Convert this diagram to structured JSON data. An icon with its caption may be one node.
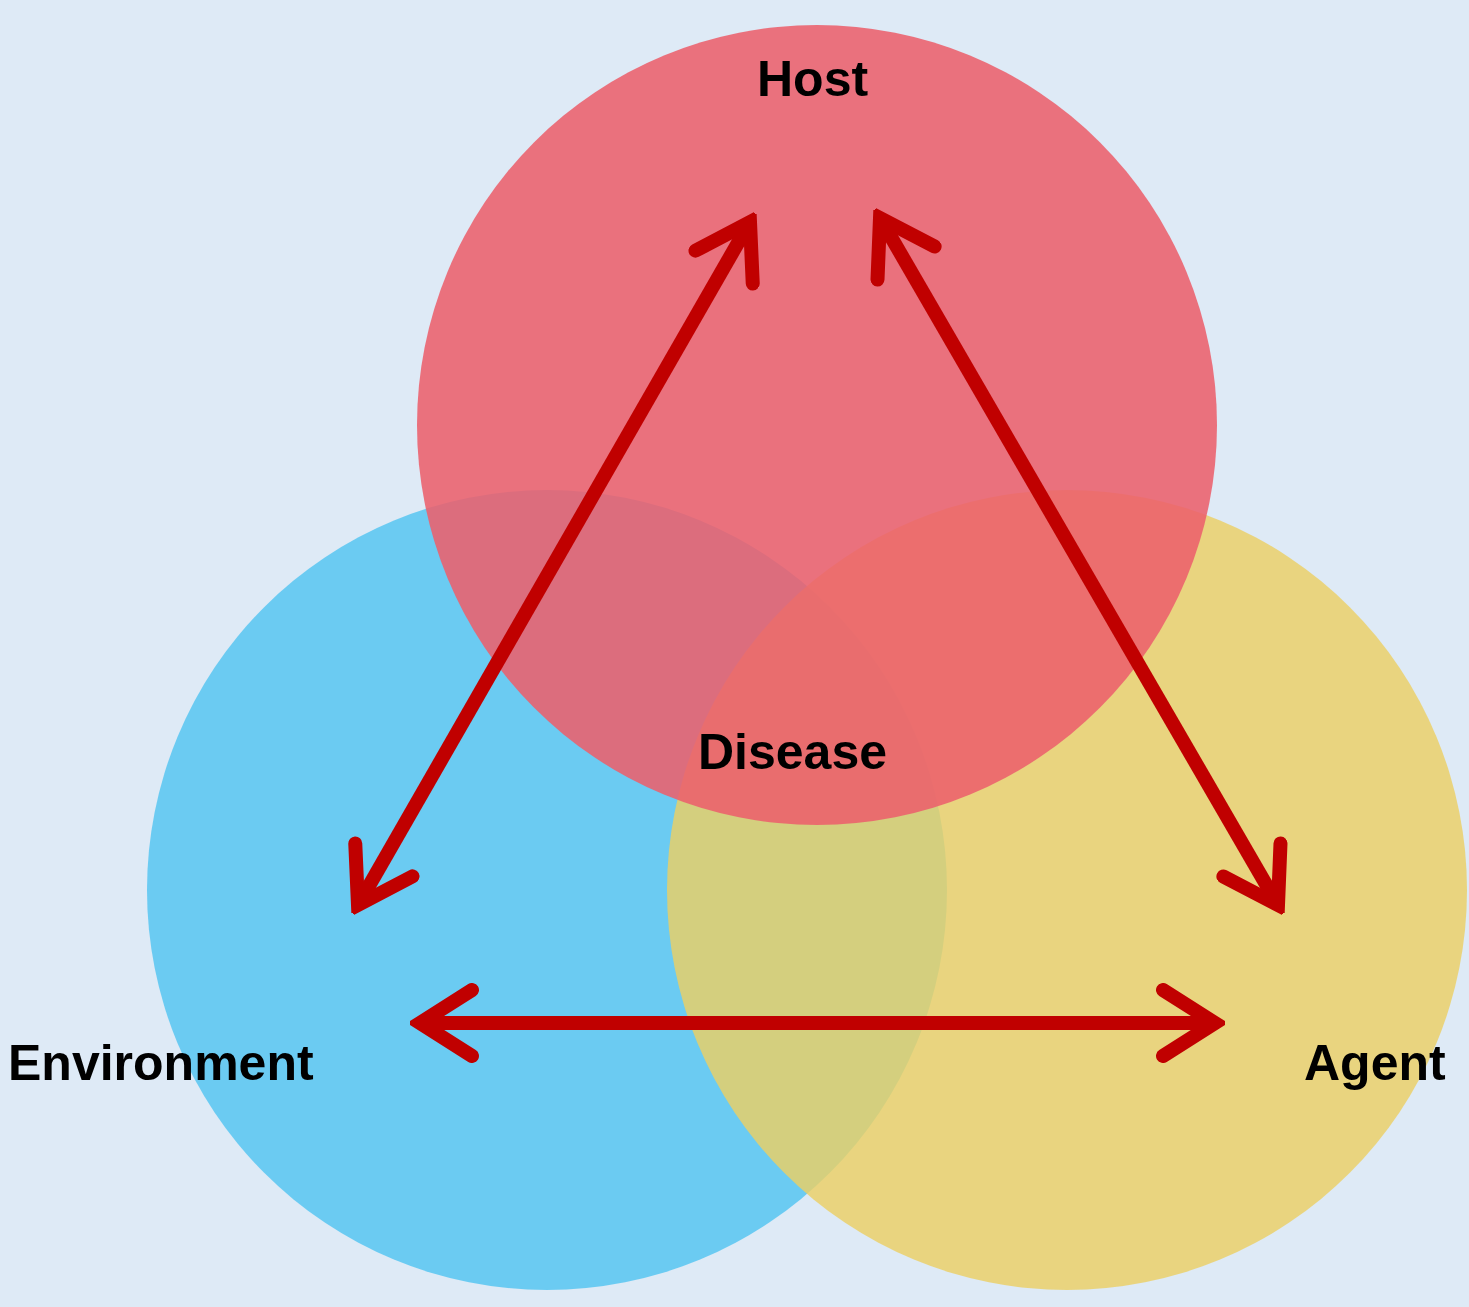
{
  "diagram": {
    "nodes": [
      {
        "text": [
          "Host"
        ]
      },
      {
        "text": [
          "Disease"
        ]
      },
      {
        "text": [
          "Environment"
        ]
      },
      {
        "text": [
          "Agent"
        ]
      }
    ],
    "edges": [
      {
        "from": 0,
        "to": 2,
        "arrow": "both"
      },
      {
        "from": 0,
        "to": 3,
        "arrow": "both"
      },
      {
        "from": 2,
        "to": 3,
        "arrow": "both"
      }
    ]
  }
}
